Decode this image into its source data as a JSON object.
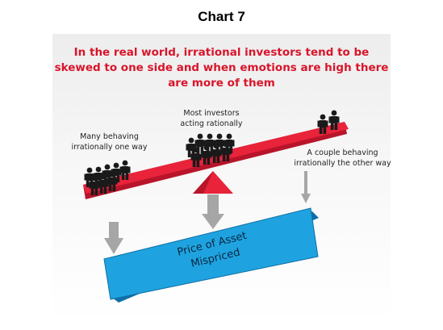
{
  "title": "Chart 7",
  "headline": {
    "line1": "In the real world, irrational investors tend to be",
    "line2": "skewed to one side and when emotions are high there",
    "line3": "are more of them"
  },
  "labels": {
    "left_line1": "Many behaving",
    "left_line2": "irrationally one way",
    "center_line1": "Most investors",
    "center_line2": "acting rationally",
    "right_line1": "A couple behaving",
    "right_line2": "irrationally the other way"
  },
  "price_box": {
    "line1": "Price of Asset",
    "line2": "Mispriced"
  },
  "colors": {
    "headline": "#d9152b",
    "beam": "#e8233a",
    "fulcrum": "#e8233a",
    "price_box": "#1fa3e0",
    "arrows": "#a6a6a6",
    "figures": "#1a1a1a"
  },
  "icons": {
    "beam": "seesaw-beam",
    "fulcrum": "triangle-fulcrum",
    "figures": "person-icon",
    "arrows": "down-arrow-icon"
  }
}
